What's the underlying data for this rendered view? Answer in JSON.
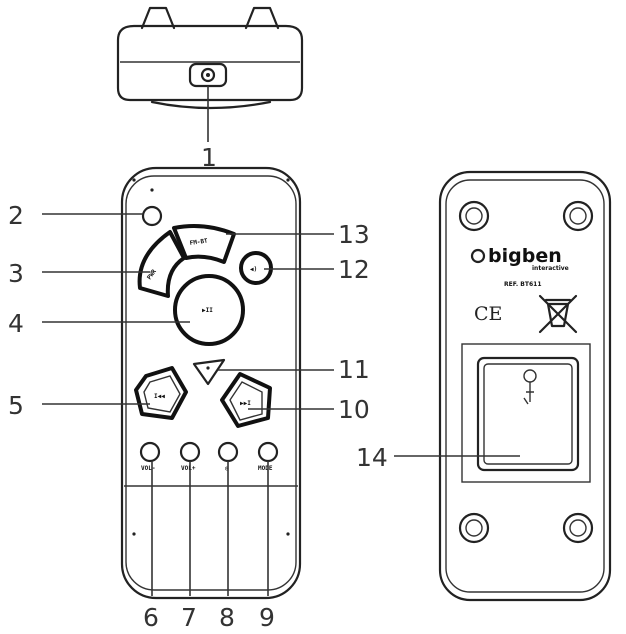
{
  "callouts": {
    "c1": "1",
    "c2": "2",
    "c3": "3",
    "c4": "4",
    "c5": "5",
    "c6": "6",
    "c7": "7",
    "c8": "8",
    "c9": "9",
    "c10": "10",
    "c11": "11",
    "c12": "12",
    "c13": "13",
    "c14": "14"
  },
  "front_panel": {
    "arc_button_left": "PWR",
    "arc_button_right": "FM-BT",
    "play_icon": "▶II",
    "prev_icon": "I◀◀",
    "next_icon": "▶▶I",
    "speaker_icon": "◀)",
    "bottom_buttons": [
      "VOL-",
      "VOL+",
      "◎",
      "MODE"
    ]
  },
  "back_panel": {
    "brand": "bigben",
    "brand_sub": "interactive",
    "ref": "REF. BT611",
    "ce_mark": "CE"
  },
  "colors": {
    "line": "#222222",
    "background": "#ffffff"
  }
}
